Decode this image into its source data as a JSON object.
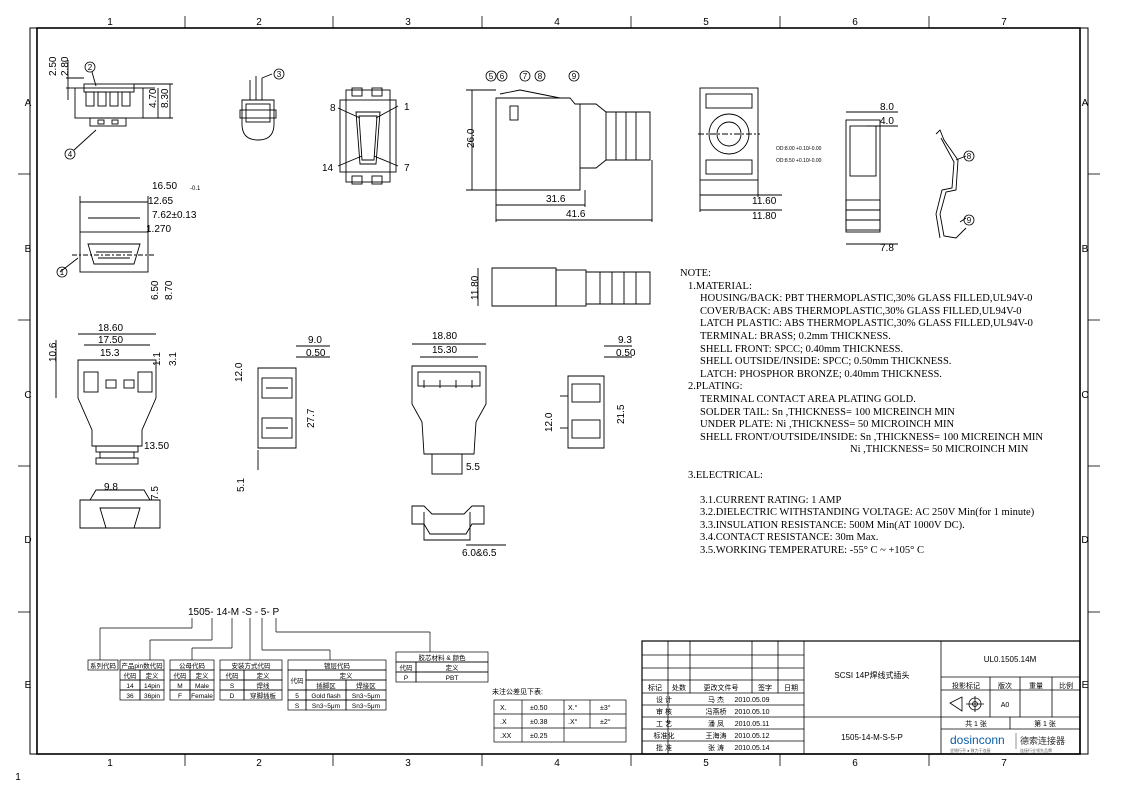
{
  "frame": {
    "col_numbers": [
      "1",
      "2",
      "3",
      "4",
      "5",
      "6",
      "7"
    ],
    "row_letters": [
      "A",
      "B",
      "C",
      "D",
      "E"
    ],
    "corner_mark": "1"
  },
  "dims": {
    "top_left": [
      "2.50",
      "2.80",
      "4.70",
      "8.30"
    ],
    "connector_b": [
      "16.50",
      "12.65",
      "7.62±0.13",
      "1.270",
      "6.50",
      "8.70"
    ],
    "front_view": [
      "18.60",
      "17.50",
      "15.3",
      "10.6",
      "1.1",
      "3.1",
      "13.50"
    ],
    "bottom_small": [
      "9.8",
      "7.5"
    ],
    "side_mid": [
      "9.0",
      "0.50",
      "12.0",
      "27.7",
      "5.1"
    ],
    "front_mid": [
      "18.80",
      "15.30",
      "5.5"
    ],
    "right_mid": [
      "9.3",
      "0.50",
      "12.0",
      "21.5"
    ],
    "clip": [
      "6.0&6.5"
    ],
    "assembly": [
      "26.0",
      "31.6",
      "41.6",
      "11.80"
    ],
    "round_view": [
      "11.60",
      "11.80",
      "OD:8.00 +0.10/-0.00",
      "OD:8.50 +0.10/-0.00"
    ],
    "latch": [
      "8.0",
      "4.0",
      "7.8"
    ],
    "pin_numbers": [
      "8",
      "1",
      "14",
      "7"
    ],
    "balloons": [
      "1",
      "2",
      "3",
      "4",
      "5",
      "6",
      "7",
      "8",
      "9"
    ],
    "tolerance_tag": "-0.1"
  },
  "notes": {
    "title": "NOTE:",
    "lines": [
      {
        "t": "1.MATERIAL:",
        "c": "i1"
      },
      {
        "t": "HOUSING/BACK: PBT THERMOPLASTIC,30% GLASS FILLED,UL94V-0",
        "c": "i2"
      },
      {
        "t": "COVER/BACK: ABS THERMOPLASTIC,30% GLASS FILLED,UL94V-0",
        "c": "i2"
      },
      {
        "t": "LATCH PLASTIC: ABS THERMOPLASTIC,30% GLASS FILLED,UL94V-0",
        "c": "i2"
      },
      {
        "t": "TERMINAL: BRASS; 0.2mm THICKNESS.",
        "c": "i2"
      },
      {
        "t": "SHELL FRONT: SPCC; 0.40mm THICKNESS.",
        "c": "i2"
      },
      {
        "t": "SHELL OUTSIDE/INSIDE: SPCC; 0.50mm THICKNESS.",
        "c": "i2"
      },
      {
        "t": "LATCH: PHOSPHOR BRONZE; 0.40mm THICKNESS.",
        "c": "i2"
      },
      {
        "t": "2.PLATING:",
        "c": "i1"
      },
      {
        "t": "TERMINAL CONTACT AREA PLATING GOLD.",
        "c": "i2"
      },
      {
        "t": "SOLDER TAIL: Sn ,THICKNESS= 100 MICREINCH MIN",
        "c": "i2"
      },
      {
        "t": "UNDER PLATE: Ni ,THICKNESS= 50 MICROINCH MIN",
        "c": "i2"
      },
      {
        "t": "SHELL FRONT/OUTSIDE/INSIDE: Sn ,THICKNESS= 100 MICREINCH MIN",
        "c": "i2"
      },
      {
        "t": "Ni ,THICKNESS= 50 MICROINCH MIN",
        "c": "i3"
      },
      {
        "t": "",
        "c": "i1"
      },
      {
        "t": "3.ELECTRICAL:",
        "c": "i1"
      },
      {
        "t": "",
        "c": "i1"
      },
      {
        "t": "3.1.CURRENT RATING: 1 AMP",
        "c": "i2"
      },
      {
        "t": "3.2.DIELECTRIC WITHSTANDING VOLTAGE: AC 250V Min(for 1 minute)",
        "c": "i2"
      },
      {
        "t": "3.3.INSULATION RESISTANCE: 500M  Min(AT 1000V DC).",
        "c": "i2"
      },
      {
        "t": "3.4.CONTACT RESISTANCE: 30m  Max.",
        "c": "i2"
      },
      {
        "t": "3.5.WORKING TEMPERATURE: -55° C ~ +105° C",
        "c": "i2"
      }
    ]
  },
  "part_code": {
    "code": "1505- 14-M -S - 5- P",
    "h_series": "系列代码",
    "h_pin": "产品pin数代码",
    "h_gender": "公母代码",
    "h_install": "安装方式代码",
    "h_plating": "镀层代码",
    "h_shell": "胶芯材料 & 颜色",
    "code_lbl": "代码",
    "def_lbl": "定义",
    "pin_rows": [
      [
        "14",
        "14pin"
      ],
      [
        "36",
        "36pin"
      ]
    ],
    "gender_rows": [
      [
        "M",
        "Male"
      ],
      [
        "F",
        "Female"
      ]
    ],
    "install_rows": [
      [
        "S",
        "焊线"
      ],
      [
        "D",
        "穿脚插板"
      ]
    ],
    "plating_sub": [
      "插脚区",
      "焊接区"
    ],
    "plating_rows": [
      [
        "5",
        "Gold flash",
        "Sn3~5μm"
      ],
      [
        "S",
        "Sn3~5μm",
        "Sn3~5μm"
      ]
    ],
    "shell_rows": [
      [
        "P",
        "PBT"
      ]
    ]
  },
  "tolerance": {
    "title": "未注公差见下表:",
    "rows": [
      [
        "X.",
        "±0.50",
        "X.°",
        "±3°"
      ],
      [
        ".X",
        "±0.38",
        ".X°",
        "±2°"
      ],
      [
        ".XX",
        "±0.25",
        "",
        ""
      ]
    ]
  },
  "title_block": {
    "rev_headers": [
      "标记",
      "处数",
      "更改文件号",
      "签字",
      "日期"
    ],
    "roles": [
      "设 计",
      "审 核",
      "工 艺",
      "标准化",
      "批 准"
    ],
    "names": [
      "马 杰",
      "冯燕桥",
      "潘 凤",
      "王海涛",
      "张 涛"
    ],
    "dates": [
      "2010.05.09",
      "2010.05.10",
      "2010.05.11",
      "2010.05.12",
      "2010.05.14"
    ],
    "product_name": "SCSI 14P焊线式插头",
    "part_number": "1505-14-M-S-5-P",
    "drawing_no": "UL0.1505.14M",
    "stage_label": "投影标记",
    "version_label": "版次",
    "weight_label": "重量",
    "scale_label": "比例",
    "version": "A0",
    "sheets_total": "共 1 张",
    "sheet_no": "第 1 张",
    "brand": "dosinconn",
    "brand_cn": "德索连接器",
    "slogan": "坚韧行不 ● 致力于连接",
    "slogan2": "连接行业领先品牌"
  }
}
